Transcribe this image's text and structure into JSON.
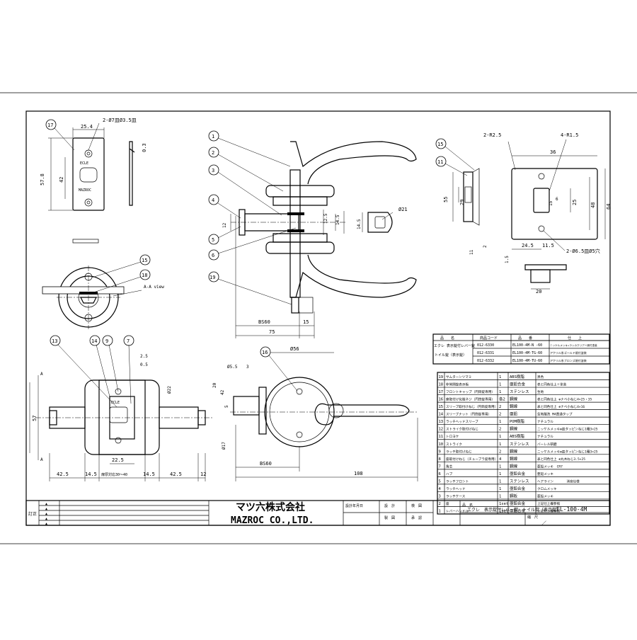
{
  "balloons": {
    "b1": "1",
    "b2": "2",
    "b3": "3",
    "b4": "4",
    "b5": "5",
    "b6": "6",
    "b7": "7",
    "b9": "9",
    "b11": "11",
    "b13": "13",
    "b14": "14",
    "b15": "15",
    "b16": "16",
    "b17": "17",
    "b18": "18",
    "b19": "19"
  },
  "strike_view": {
    "width": "25.4",
    "holes": "2-Ø7皿Ø3.5皿",
    "height": "57.8",
    "inner": "42",
    "thickness": "0.3",
    "label_top": "ECLE",
    "label_bottom": "MAZROC"
  },
  "section_view": {
    "label": "A-A view"
  },
  "lever_side": {
    "d1": "12",
    "d2": "12.5",
    "d3": "14.5",
    "d4": "14.5",
    "dia": "Ø21",
    "bs": "BS60",
    "bs_right": "15",
    "total": "75"
  },
  "plate_view": {
    "r1": "2-R2.5",
    "r2": "4-R1.5",
    "w": "36",
    "h1": "55",
    "h2": "29",
    "h3": "64",
    "h4": "48",
    "h5": "25",
    "small": "15",
    "d6": "6",
    "w2": "24.5",
    "w3": "11.5",
    "w4": "11",
    "d2": "2",
    "holes": "2-Ø6.5皿Ø5穴",
    "t": "1.5",
    "w5": "20"
  },
  "front_view": {
    "a_top": "A",
    "a_bottom": "A",
    "h57": "57",
    "d25": "2.5",
    "d05": "0.5",
    "d22": "Ø22",
    "d5": "5",
    "w425a": "42.5",
    "w145a": "14.5",
    "door": "扉厚対応30～40",
    "w145b": "14.5",
    "w425b": "42.5",
    "w12": "12",
    "w225": "22.5",
    "label": "ECLE"
  },
  "rose_view": {
    "d56": "Ø56",
    "d5": "Ø5.5",
    "d3": "3",
    "d20": "20",
    "d42": "42",
    "d17": "Ø17",
    "bs": "BS60",
    "len": "108"
  },
  "code_table": {
    "headers": [
      "品　　名",
      "商品コード",
      "品　　番",
      "仕　　上"
    ],
    "name1": "エクレ 表示錠付レバー錠",
    "name2": "トイル錠（表示錠）",
    "rows": [
      [
        "012-6330",
        "EL100-4M-N -60",
        "ニッケルメッキ+ラッカクリアー焼付塗装"
      ],
      [
        "012-6331",
        "EL100-4M-TG-60",
        "アクリル系ゴールド焼付塗装"
      ],
      [
        "012-6332",
        "EL100-4M-TU-60",
        "アクリル系ブロンズ焼付塗装"
      ]
    ]
  },
  "parts_list": [
    [
      "19",
      "サムターンツマミ",
      "1",
      "ABS樹脂",
      "黒色"
    ],
    [
      "18",
      "非常開錠表示板",
      "1",
      "亜鉛合金",
      "表と同色仕上＋塗装"
    ],
    [
      "17",
      "フロントキャップ（円筒錠専用）",
      "1",
      "ステンレス",
      "生地"
    ],
    [
      "16",
      "座取付け化粧ネジ（円筒錠専用）",
      "各2",
      "鋼線",
      "表と同色仕上 ⊕ナベ小ねじ4×25・35"
    ],
    [
      "15",
      "スリーブ取付けねじ（円筒錠専用）",
      "2",
      "鋼線",
      "表と同色仕上 ⊕ナベ小ねじ4×16"
    ],
    [
      "14",
      "スリーブナット（円筒錠専用）",
      "2",
      "亜鉛",
      "生地酸洗 M4貫通タップ"
    ],
    [
      "13",
      "ラッチヘッドスリーブ",
      "1",
      "POM樹脂",
      "ナチュラル"
    ],
    [
      "12",
      "ストライク取付けねじ",
      "2",
      "鋼線",
      "ニッケルメッキ⊕皿タッピンねじ1種3×25"
    ],
    [
      "11",
      "トロヨケ",
      "1",
      "ABS樹脂",
      "ナチュラル"
    ],
    [
      "10",
      "ストライク",
      "1",
      "ステンレス",
      "バーレル研磨"
    ],
    [
      "9",
      "ラッチ取付けねじ",
      "2",
      "鋼線",
      "ニッケルメッキ⊕皿タッピンねじ1種3×25"
    ],
    [
      "8",
      "座取付けねじ（チューブラ錠専用）",
      "4",
      "鋼線",
      "表と同色仕上 ⊕丸木ねじ3.5×25"
    ],
    [
      "7",
      "角芯",
      "1",
      "鋼線",
      "亜鉛メッキ　CR7"
    ],
    [
      "6",
      "ハブ",
      "1",
      "亜鉛合金",
      "亜鉛メッキ"
    ],
    [
      "5",
      "ラッチフロント",
      "1",
      "ステンレス",
      "ヘアライン　　　　消音仕様"
    ],
    [
      "4",
      "ラッチヘッド",
      "1",
      "亜鉛合金",
      "クロムメッキ"
    ],
    [
      "3",
      "ラッチケース",
      "1",
      "鋼板",
      "亜鉛メッキ"
    ],
    [
      "2",
      "座",
      "1set",
      "亜鉛合金",
      "上記仕上欄参照"
    ],
    [
      "1",
      "レバーハンドル",
      "1set",
      "亜鉛合金",
      "上記仕上欄参照"
    ]
  ],
  "title_block": {
    "revision_label": "訂正",
    "marks": [
      "▲",
      "▲",
      "▲",
      "▲",
      "▲"
    ],
    "company_jp": "マツ六株式会社",
    "company_en": "MAZROC CO.,LTD.",
    "f1": "設計年月日",
    "f2": "設　計",
    "f3": "検　図",
    "f4": "製　図",
    "f5": "承　認",
    "name_label": "品　名",
    "name_value": "エクレ　表示錠付レバー錠　トイル錠（表示錠）",
    "number": "EL-100-4M",
    "scale_label": "縮　尺",
    "scale_value": "／"
  }
}
